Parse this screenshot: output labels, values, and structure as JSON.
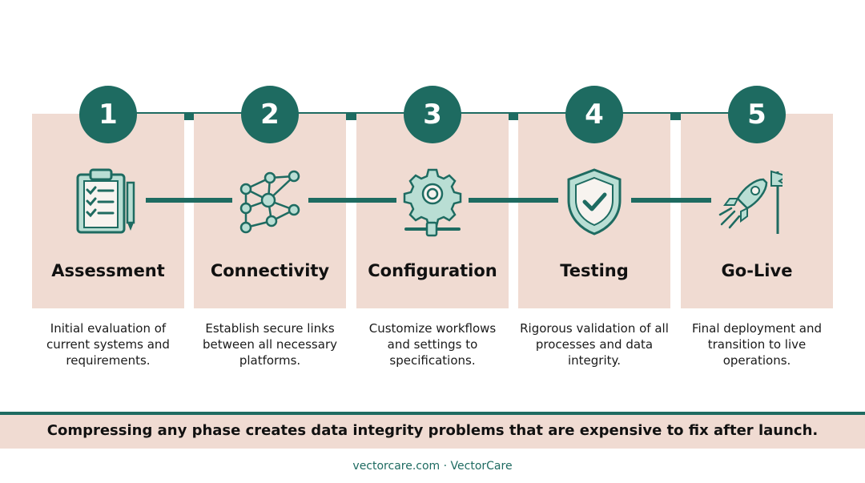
{
  "steps": [
    {
      "number": "1",
      "title": "Assessment",
      "description": "Initial evaluation of current systems and requirements.",
      "icon": "clipboard-checklist-icon"
    },
    {
      "number": "2",
      "title": "Connectivity",
      "description": "Establish secure links between all necessary platforms.",
      "icon": "network-nodes-icon"
    },
    {
      "number": "3",
      "title": "Configuration",
      "description": "Customize workflows and settings to specifications.",
      "icon": "gear-slider-icon"
    },
    {
      "number": "4",
      "title": "Testing",
      "description": "Rigorous validation of all processes and data integrity.",
      "icon": "shield-check-icon"
    },
    {
      "number": "5",
      "title": "Go-Live",
      "description": "Final deployment and transition to live operations.",
      "icon": "rocket-flag-icon"
    }
  ],
  "banner": {
    "text": "Compressing any phase creates data integrity problems that are expensive to fix after launch."
  },
  "footer": {
    "text": "vectorcare.com · VectorCare"
  },
  "colors": {
    "accent": "#1e6b61",
    "card": "#f0dbd2",
    "icon_fill": "#b9ded4"
  }
}
